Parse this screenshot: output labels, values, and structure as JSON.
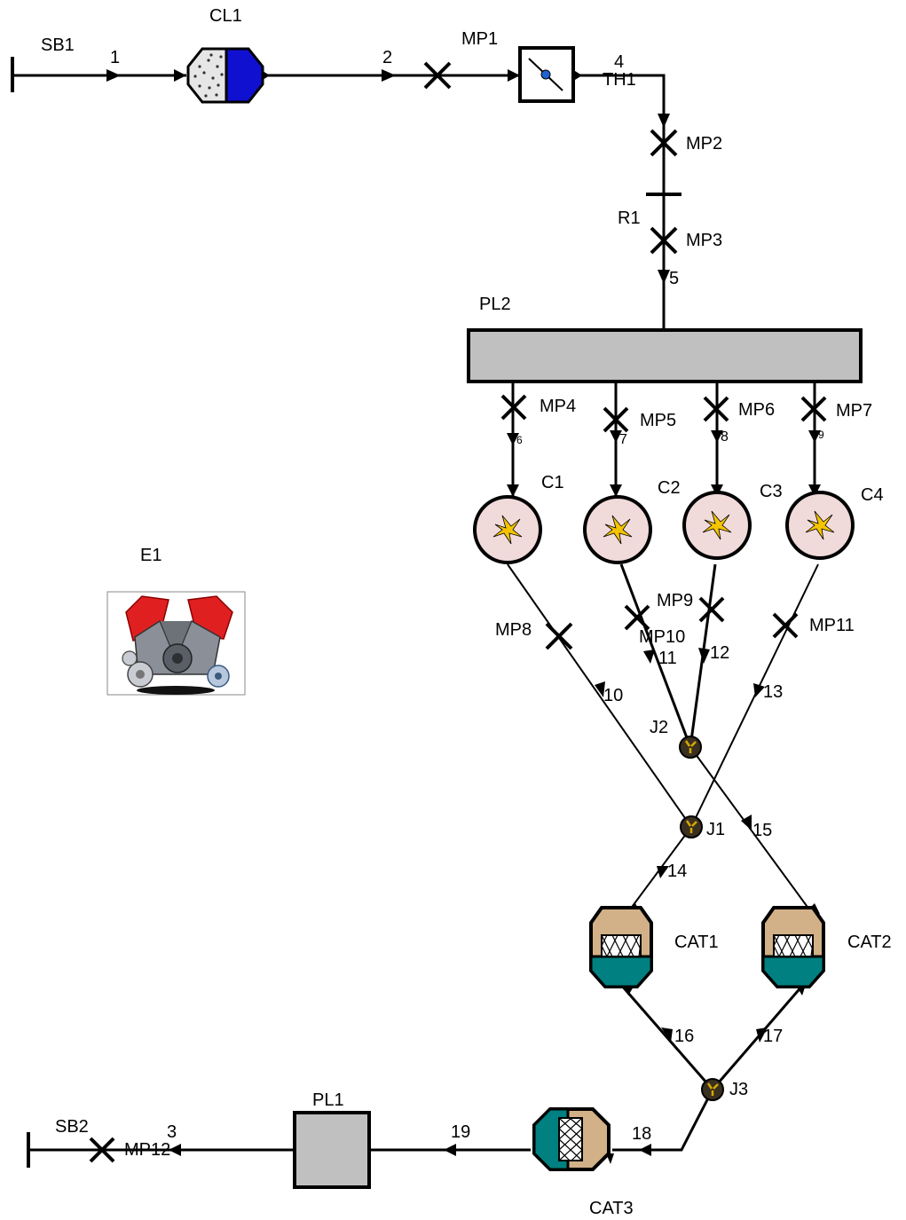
{
  "labels": {
    "sb1": "SB1",
    "sb2": "SB2",
    "cl1": "CL1",
    "mp1": "MP1",
    "mp2": "MP2",
    "mp3": "MP3",
    "mp4": "MP4",
    "mp5": "MP5",
    "mp6": "MP6",
    "mp7": "MP7",
    "mp8": "MP8",
    "mp9": "MP9",
    "mp10": "MP10",
    "mp11": "MP11",
    "mp12": "MP12",
    "th1": "TH1",
    "r1": "R1",
    "pl1": "PL1",
    "pl2": "PL2",
    "c1": "C1",
    "c2": "C2",
    "c3": "C3",
    "c4": "C4",
    "j1": "J1",
    "j2": "J2",
    "j3": "J3",
    "cat1": "CAT1",
    "cat2": "CAT2",
    "cat3": "CAT3",
    "e1": "E1"
  },
  "streams": {
    "s1": "1",
    "s2": "2",
    "s3": "3",
    "s4": "4",
    "s5": "5",
    "s6": "6",
    "s7": "7",
    "s8": "8",
    "s9": "9",
    "s10": "10",
    "s11": "11",
    "s12": "12",
    "s13": "13",
    "s14": "14",
    "s15": "15",
    "s16": "16",
    "s17": "17",
    "s18": "18",
    "s19": "19"
  },
  "colors": {
    "line": "#000000",
    "plenum_fill": "#c0c0c0",
    "cylinder_fill": "#f0dada",
    "spark": "#f5c400",
    "cooler_blue": "#1010d0",
    "cat_tan": "#d2b088",
    "cat_teal": "#008080",
    "engine_red": "#e02020",
    "engine_gray": "#8a8f98"
  }
}
